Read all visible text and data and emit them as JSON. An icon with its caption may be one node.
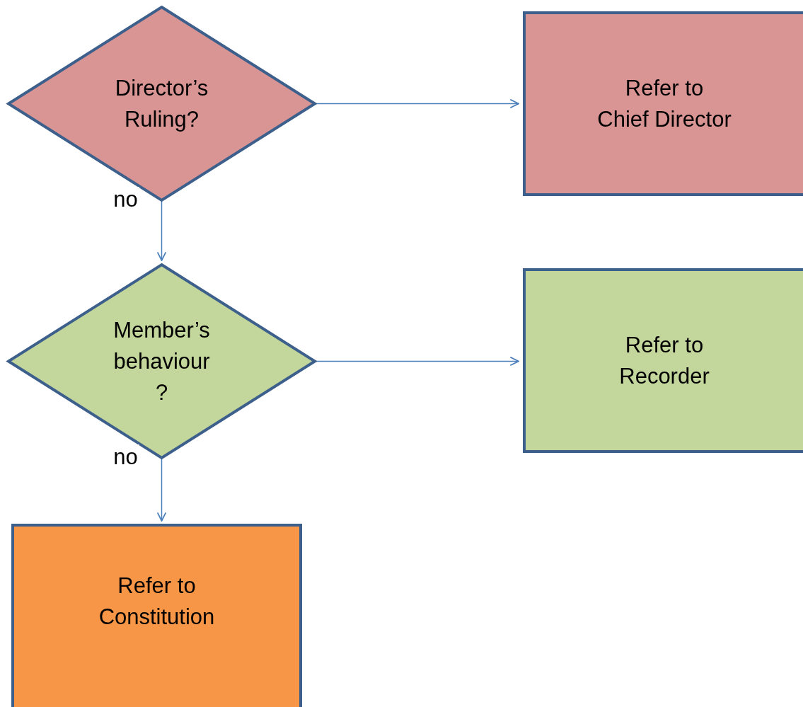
{
  "diagram": {
    "nodes": [
      {
        "text": [
          "Director’s Ruling?"
        ]
      },
      {
        "text": [
          "Refer to Chief Director"
        ]
      },
      {
        "text": [
          "Member’s behaviour ?"
        ]
      },
      {
        "text": [
          "Refer to Recorder"
        ]
      },
      {
        "text": [
          "Refer to Constitution"
        ]
      }
    ],
    "edges": [
      {
        "from": 0,
        "to": 1,
        "arrow": "to"
      },
      {
        "from": 0,
        "to": 2,
        "arrow": "to",
        "label": "no"
      },
      {
        "from": 2,
        "to": 3,
        "arrow": "to"
      },
      {
        "from": 2,
        "to": 4,
        "arrow": "to",
        "label": "no"
      }
    ]
  }
}
